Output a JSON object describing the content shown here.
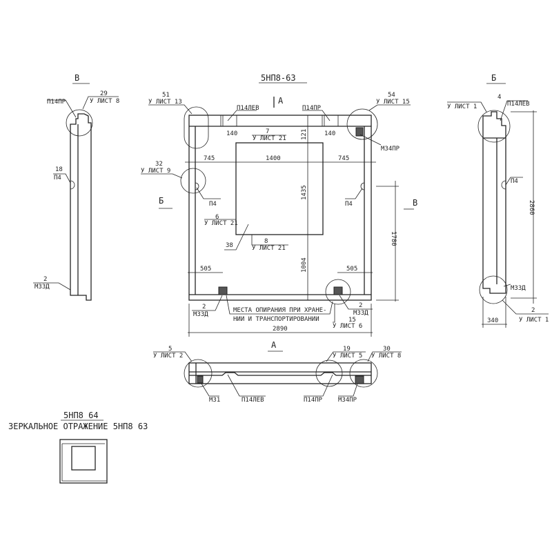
{
  "main_view": {
    "title": "5НП8-63",
    "arrow_a": "А",
    "section_b_left": "Б",
    "section_v_right": "В",
    "dims": {
      "d745_left": "745",
      "d1400": "1400",
      "d745_right": "745",
      "d140_left": "140",
      "d140_right": "140",
      "d121": "121",
      "d1435": "1435",
      "d1004": "1004",
      "d1780": "1780",
      "d505_left": "505",
      "d505_right": "505",
      "d2890": "2890"
    },
    "callouts": {
      "c51_num": "51",
      "c51_sheet": "У ЛИСТ 13",
      "c54_num": "54",
      "c54_sheet": "У ЛИСТ 15",
      "c32_num": "32",
      "c32_sheet": "У ЛИСТ 9",
      "p14lev": "П14ЛЕВ",
      "p14pr": "П14ПР",
      "m34pr": "М34ПР",
      "c7_num": "7",
      "c7_sheet": "У ЛИСТ 21",
      "p4_left": "П4",
      "p4_right": "П4",
      "c6_num": "6",
      "c6_sheet": "У ЛИСТ 21",
      "c38": "38",
      "c8_num": "8",
      "c8_sheet": "У ЛИСТ 21",
      "m33d_left_num": "2",
      "m33d_left": "М33Д",
      "m33d_right_num": "2",
      "m33d_right": "М33Д",
      "c15_num": "15",
      "c15_sheet": "У ЛИСТ 6",
      "support_note_1": "МЕСТА ОПИРАНИЯ ПРИ ХРАНЕ-",
      "support_note_2": "НИИ И ТРАНСПОРТИРОВАНИИ"
    }
  },
  "view_v": {
    "title": "В",
    "c29_num": "29",
    "c29_sheet": "У ЛИСТ 8",
    "p14pr": "П14ПР",
    "c18_num": "18",
    "c18_name": "П4",
    "c2_num": "2",
    "c2_name": "М33Д"
  },
  "view_b": {
    "title": "Б",
    "c4_num": "4",
    "c4_sheet": "У ЛИСТ 1",
    "p14lev": "П14ЛЕВ",
    "p4": "П4",
    "m33d": "М33Д",
    "c2_num": "2",
    "c2_sheet": "У ЛИСТ 1",
    "d2860": "2860",
    "d340": "340"
  },
  "view_a": {
    "title": "А",
    "c5_num": "5",
    "c5_sheet": "У ЛИСТ 2",
    "c19_num": "19",
    "c19_sheet": "У ЛИСТ 5",
    "c30_num": "30",
    "c30_sheet": "У ЛИСТ 8",
    "m31": "М31",
    "p14lev": "П14ЛЕВ",
    "p14pr": "П14ПР",
    "m34pr": "М34ПР"
  },
  "mirror": {
    "title": "5НП8 64",
    "note": "ЗЕРКАЛЬНОЕ ОТРАЖЕНИЕ 5НП8 63"
  }
}
